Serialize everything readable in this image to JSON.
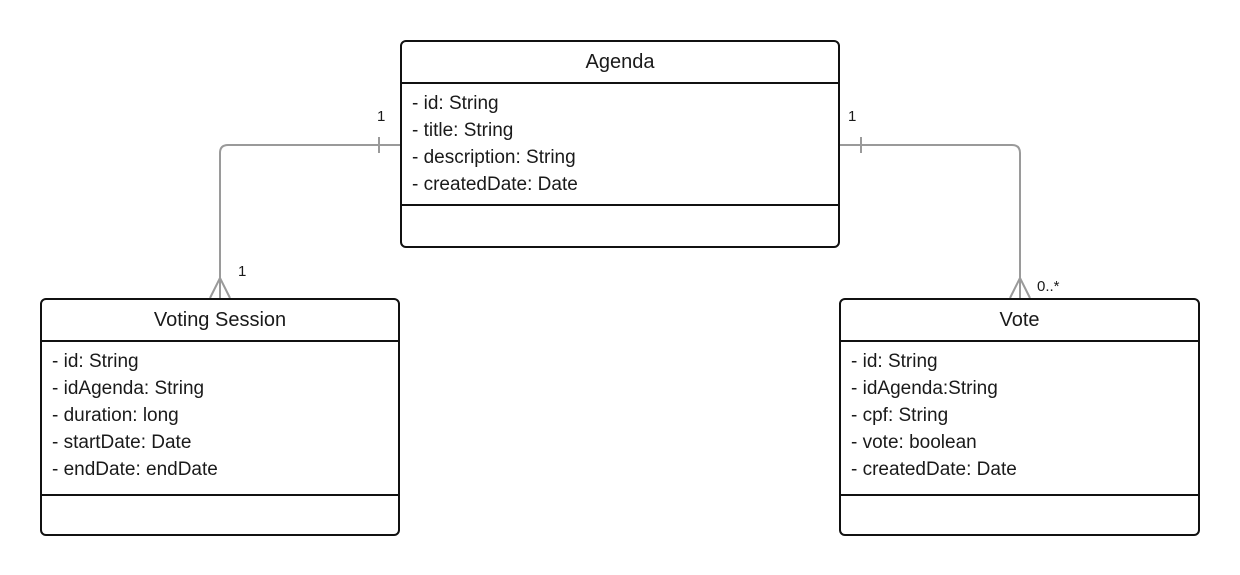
{
  "classes": {
    "agenda": {
      "name": "Agenda",
      "attributes": [
        "- id: String",
        "- title: String",
        "- description: String",
        "- createdDate: Date"
      ]
    },
    "voting_session": {
      "name": "Voting Session",
      "attributes": [
        "- id: String",
        "- idAgenda: String",
        "- duration: long",
        "- startDate: Date",
        "- endDate: endDate"
      ]
    },
    "vote": {
      "name": "Vote",
      "attributes": [
        "- id: String",
        "- idAgenda:String",
        "- cpf: String",
        "- vote: boolean",
        "- createdDate: Date"
      ]
    }
  },
  "relationships": {
    "agenda_session": {
      "from_multiplicity": "1",
      "to_multiplicity": "1"
    },
    "agenda_vote": {
      "from_multiplicity": "1",
      "to_multiplicity": "0..*"
    }
  },
  "colors": {
    "box_border": "#111111",
    "connector": "#9a9a9a"
  }
}
